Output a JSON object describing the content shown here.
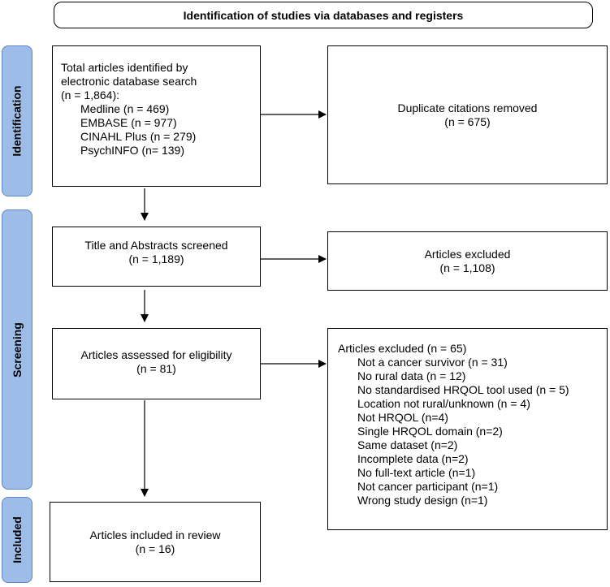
{
  "header": {
    "title": "Identification of studies via databases and registers"
  },
  "phases": {
    "identification": "Identification",
    "screening": "Screening",
    "included": "Included"
  },
  "boxes": {
    "identified": {
      "lines": [
        "Total articles identified by",
        "electronic database search",
        "(n = 1,864):"
      ],
      "sources": [
        "Medline (n = 469)",
        "EMBASE (n = 977)",
        "CINAHL Plus (n = 279)",
        "PsychINFO (n= 139)"
      ]
    },
    "duplicates": {
      "line1": "Duplicate citations removed",
      "line2": "(n = 675)"
    },
    "screened": {
      "line1": "Title and Abstracts screened",
      "line2": "(n = 1,189)"
    },
    "excluded_screen": {
      "line1": "Articles excluded",
      "line2": "(n = 1,108)"
    },
    "eligibility": {
      "line1": "Articles assessed for eligibility",
      "line2": "(n = 81)"
    },
    "excluded_full": {
      "heading": "Articles excluded (n = 65)",
      "reasons": [
        "Not a cancer survivor (n = 31)",
        "No rural data (n = 12)",
        "No standardised HRQOL tool used (n = 5)",
        "Location not rural/unknown (n = 4)",
        "Not HRQOL (n=4)",
        "Single HRQOL domain (n=2)",
        "Same dataset (n=2)",
        "Incomplete data (n=2)",
        "No full-text article (n=1)",
        "Not cancer participant (n=1)",
        "Wrong study design (n=1)"
      ]
    },
    "included": {
      "line1": "Articles included in review",
      "line2": "(n = 16)"
    }
  },
  "colors": {
    "phase_fill": "#9dbde8",
    "phase_border": "#5b87c6",
    "line": "#000000"
  }
}
